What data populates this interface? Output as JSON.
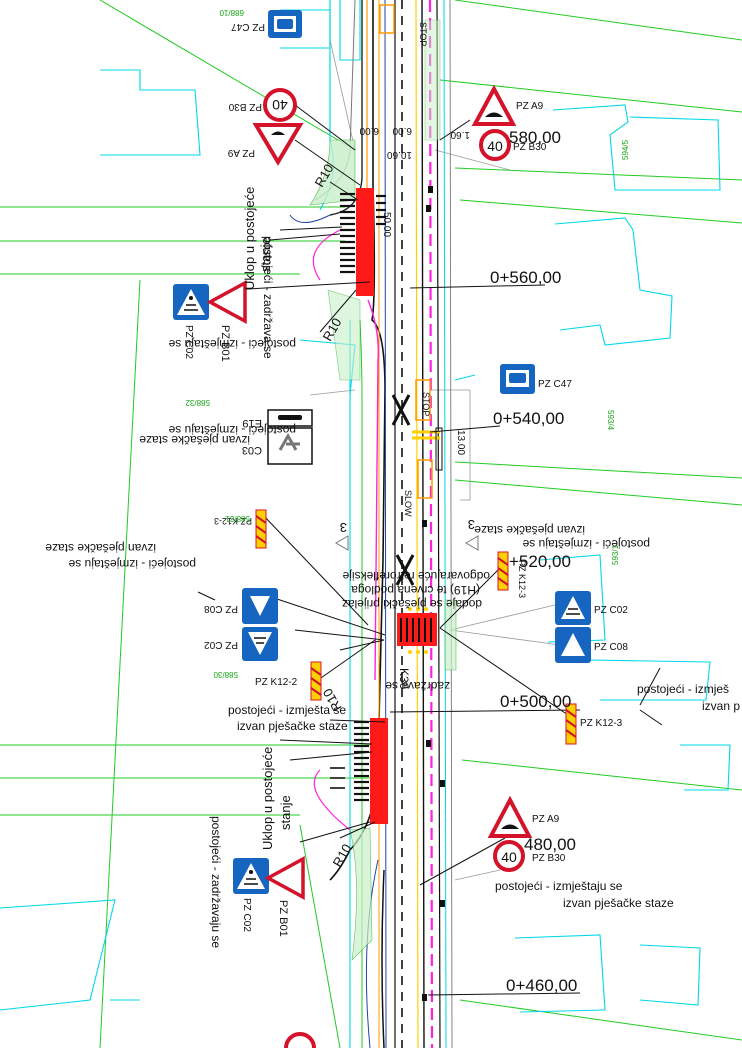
{
  "chainages": {
    "c580": "580,00",
    "c560": "0+560,00",
    "c540": "0+540,00",
    "c520": "+520,00",
    "c500": "0+500,00",
    "c480": "480,00",
    "c460": "0+460,00"
  },
  "signs": {
    "c47_top": "PZ C47",
    "b30_top": "PZ B30",
    "a9_top_left": "PZ A9",
    "a9_top_right": "PZ  A9",
    "b30_top_right": "PZ B30",
    "b01_upper": "PZ  B01",
    "c02_upper": "PZ C02",
    "c47_mid": "PZ C47",
    "e19": "E19",
    "c03": "C03",
    "k12_3_left": "PZ K12-3",
    "k12_3_right": "PZ K12-3",
    "k12_3_mid": "PZ K12-3",
    "c08_left": "PZ C08",
    "c02_left": "PZ C02",
    "k12_2": "PZ K12-2",
    "c02_right": "PZ C02",
    "c08_right": "PZ C08",
    "k36": "K36",
    "a9_bottom": "PZ  A9",
    "b30_bottom": "PZ B30",
    "c02_lower": "PZ C02",
    "b01_lower": "PZ  B01",
    "speed": "40"
  },
  "notes": {
    "uklop": "Uklop u postojeće",
    "stanje": "stanje",
    "zadrzava": "postojeći - zadržava se",
    "zadrzavaju": "postojeći - zadržavaju se",
    "izmjestaju_l1": "postojeći - izmještaju se",
    "izmjestaju_l2": "izvan pješačke staze",
    "izmjesta_l1": "postojeći - izmješta se",
    "izmjesta_l2": "izvan pješačke staze",
    "dodaje_l1": "dodaje se pješački prijelaz",
    "dodaje_l2": "(H19) te crvena podloga",
    "dodaje_l3": "odgovarajuće retrorefleksije",
    "zadrzava_short": "zadržava se",
    "izmjestaju_right_l1": "postojeći - izmještaju se",
    "izmjestaju_right_l2": "izvan pješačke staze",
    "izmjes_cut_l1": "postojeći - izmješ",
    "izmjes_cut_l2": "izvan p"
  },
  "dims": {
    "d600": "6.00",
    "d1060": "10.60",
    "d160": "1.60",
    "d5000": "50.00",
    "d1300": "13.00",
    "r10": "R10",
    "num3": "3"
  },
  "lots": {
    "l688_10": "688/10",
    "l594_5": "594/5",
    "l588_32": "588/32",
    "l593_4": "593/4",
    "l588_31": "588/31",
    "l593_1": "593/1",
    "l588_30": "588/30"
  },
  "road_marks": {
    "stop": "STOP",
    "slow": "SLOW"
  },
  "colors": {
    "speed_red": "#d4122a",
    "sign_blue": "#1665c0",
    "pedestrian_red": "#ff1a1a",
    "cadastre_cyan": "#00d8e8",
    "parcel_green": "#22cc22",
    "kerb_magenta": "#ff22dd",
    "edge_orange": "#ff9a00",
    "marking_yellow": "#ffd000"
  }
}
